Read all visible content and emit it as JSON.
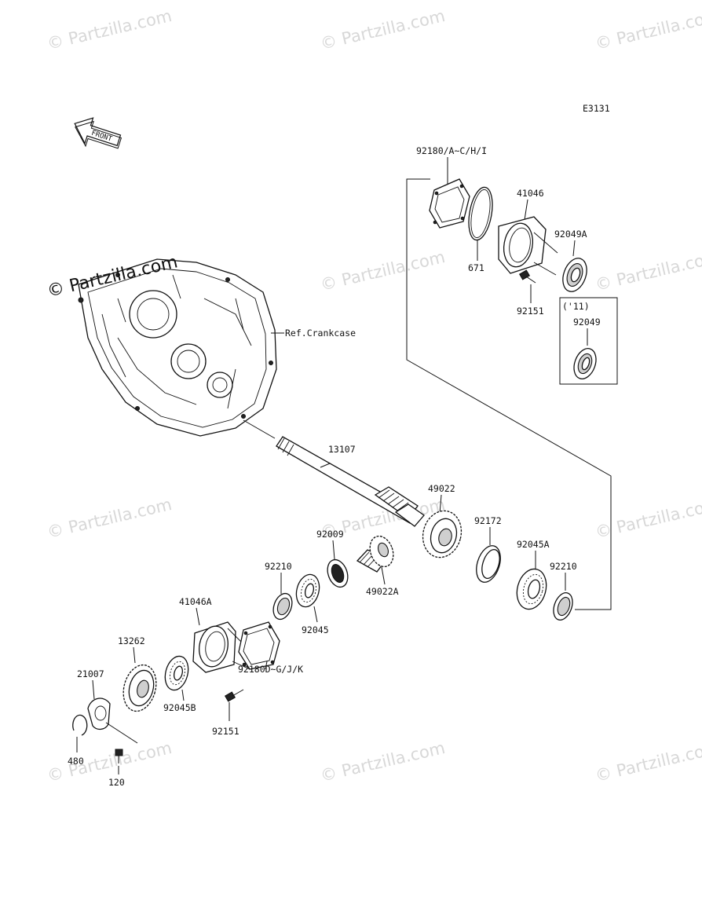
{
  "diagram_code": "E3131",
  "front_label": "FRONT",
  "ref_label": "Ref.Crankcase",
  "watermark_text": "© Partzilla.com",
  "crankcase_watermark": "© Partzilla.com",
  "year_note": "('11)",
  "parts": {
    "p92180_top": "92180/A~C/H/I",
    "p41046": "41046",
    "p671": "671",
    "p92049A": "92049A",
    "p92151_top": "92151",
    "p92049": "92049",
    "p13107": "13107",
    "p49022": "49022",
    "p92009": "92009",
    "p92172": "92172",
    "p92045A": "92045A",
    "p92210_right": "92210",
    "p49022A": "49022A",
    "p92210_left": "92210",
    "p92045": "92045",
    "p41046A": "41046A",
    "p92180_low": "92180D~G/J/K",
    "p13262": "13262",
    "p21007": "21007",
    "p92045B": "92045B",
    "p92151_low": "92151",
    "p480": "480",
    "p120": "120"
  },
  "colors": {
    "line": "#111111",
    "watermark": "#d8d8d8",
    "background": "#ffffff"
  }
}
